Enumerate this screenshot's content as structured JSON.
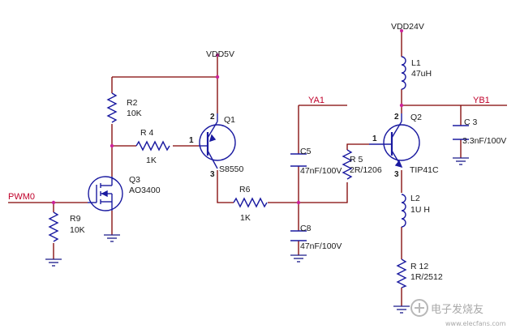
{
  "nets": {
    "vdd5": "VDD5V",
    "vdd24": "VDD24V",
    "ya1": "YA1",
    "yb1": "YB1",
    "pwm0": "PWM0"
  },
  "components": {
    "r2": {
      "ref": "R2",
      "value": "10K"
    },
    "r4": {
      "ref": "R 4",
      "value": "1K"
    },
    "q1": {
      "ref": "Q1",
      "value": "S8550"
    },
    "q3": {
      "ref": "Q3",
      "value": "AO3400"
    },
    "r9": {
      "ref": "R9",
      "value": "10K"
    },
    "r6": {
      "ref": "R6",
      "value": "1K"
    },
    "c5": {
      "ref": "C5",
      "value": "47nF/100V"
    },
    "c8": {
      "ref": "C8",
      "value": "47nF/100V"
    },
    "r5": {
      "ref": "R 5",
      "value": "2R/1206"
    },
    "q2": {
      "ref": "Q2",
      "value": "TIP41C"
    },
    "l1": {
      "ref": "L1",
      "value": "47uH"
    },
    "c3": {
      "ref": "C 3",
      "value": "3.3nF/100V"
    },
    "l2": {
      "ref": "L2",
      "value": "1U H"
    },
    "r12": {
      "ref": "R 12",
      "value": "1R/2512"
    }
  },
  "pins": {
    "q1_base": "1",
    "q1_top": "2",
    "q1_bottom": "3",
    "q2_base": "1",
    "q2_top": "2",
    "q2_bottom": "3"
  },
  "watermark": "电子发烧友",
  "watermark_sub": "www.elecfans.com"
}
